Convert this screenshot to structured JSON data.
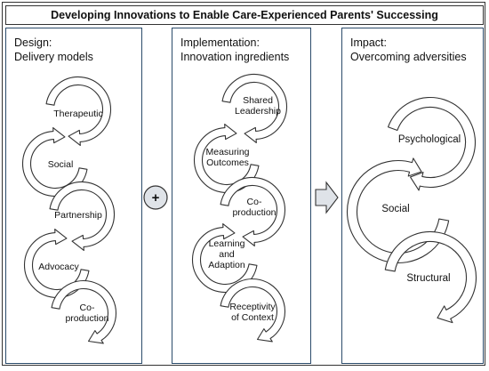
{
  "title": "Developing Innovations to Enable Care-Experienced Parents' Successing",
  "panels": {
    "design": {
      "heading": "Design:",
      "subheading": "Delivery models",
      "items": [
        "Therapeutic",
        "Social",
        "Partnership",
        "Advocacy",
        "Co-\nproduction"
      ]
    },
    "implementation": {
      "heading": "Implementation:",
      "subheading": "Innovation ingredients",
      "items": [
        "Shared\nLeadership",
        "Measuring\nOutcomes",
        "Co-\nproduction",
        "Learning\nand\nAdaption",
        "Receptivity\nof Context"
      ]
    },
    "impact": {
      "heading": "Impact:",
      "subheading": "Overcoming adversities",
      "items": [
        "Psychological",
        "Social",
        "Structural"
      ]
    }
  },
  "connectors": {
    "plus_symbol": "+",
    "arrow_icon": "right-arrow-icon"
  },
  "colors": {
    "panel_border": "#2b4b6b",
    "connector_fill": "#dfe3e8",
    "stroke": "#333333"
  }
}
